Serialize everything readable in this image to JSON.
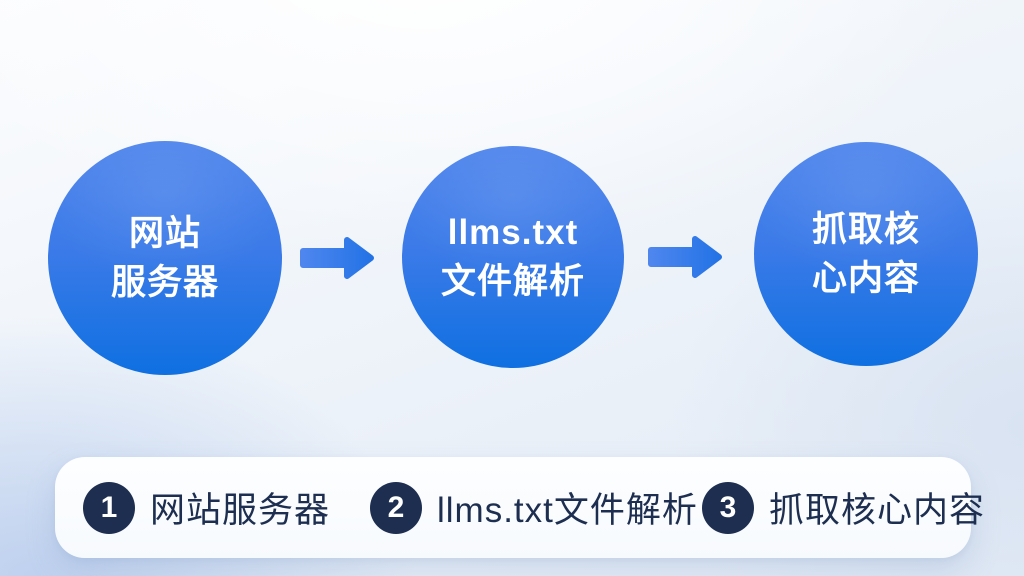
{
  "flow": {
    "steps": [
      {
        "number": "1",
        "lines": [
          "网站",
          "服务器"
        ]
      },
      {
        "number": "2",
        "lines": [
          "llms.txt",
          "文件解析"
        ]
      },
      {
        "number": "3",
        "lines": [
          "抓取核",
          "心内容"
        ]
      }
    ],
    "arrows": [
      "arrow-right",
      "arrow-right"
    ]
  },
  "legend": {
    "items": [
      {
        "number": "1",
        "label": "网站服务器"
      },
      {
        "number": "2",
        "label": "llms.txt文件解析"
      },
      {
        "number": "3",
        "label": "抓取核心内容"
      }
    ]
  },
  "colors": {
    "circle_gradient_top": "#4f85ec",
    "circle_gradient_bottom": "#0f70e1",
    "arrow_start": "#4e86ee",
    "arrow_end": "#2373e6",
    "badge_navy": "#1d2e50",
    "legend_text": "#1d2e50",
    "background_tint": "#dfe8f5",
    "bar_background": "#fdfeff"
  }
}
